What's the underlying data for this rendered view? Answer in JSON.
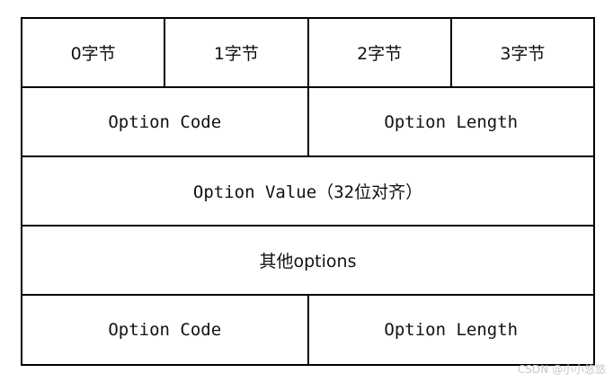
{
  "diagram": {
    "rows": [
      {
        "cells": [
          "0字节",
          "1字节",
          "2字节",
          "3字节"
        ]
      },
      {
        "cells": [
          "Option Code",
          "Option Length"
        ]
      },
      {
        "cells": [
          "Option Value（32位对齐）"
        ]
      },
      {
        "cells": [
          "其他options"
        ]
      },
      {
        "cells": [
          "Option Code",
          "Option Length"
        ]
      }
    ]
  },
  "watermark": "CSDN @小小悠悠"
}
